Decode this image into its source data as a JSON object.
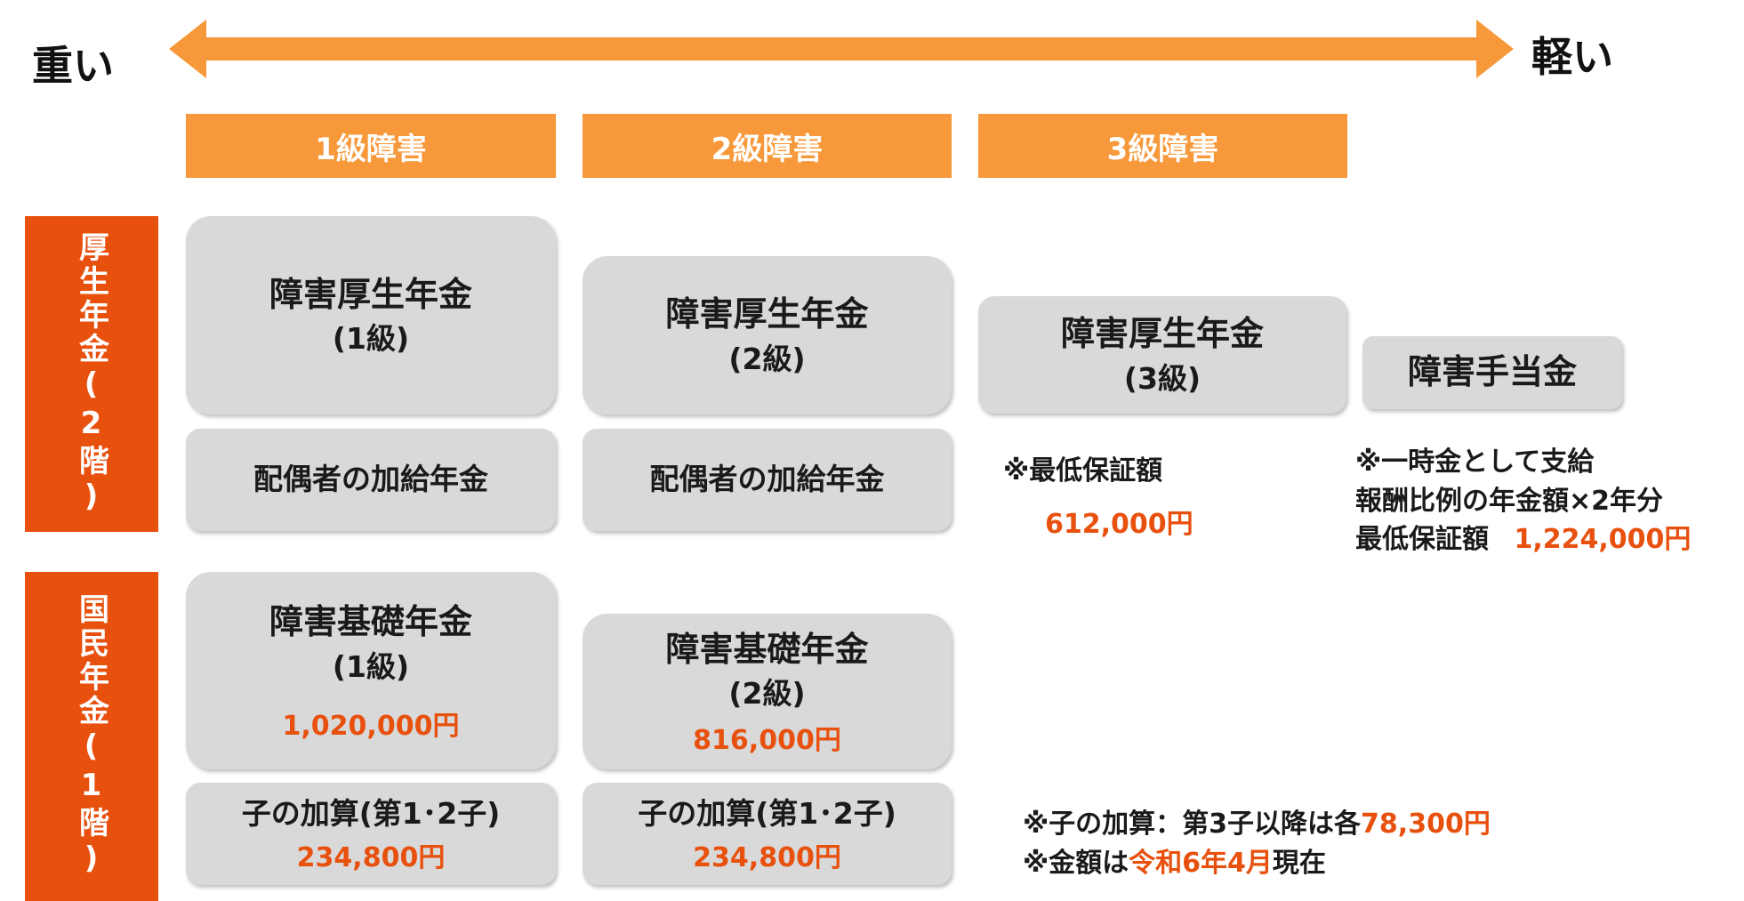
{
  "scale": {
    "heavy": "重い",
    "light": "軽い",
    "arrow_color": "#f7993a"
  },
  "grades": [
    "1級障害",
    "2級障害",
    "3級障害"
  ],
  "categories": {
    "kosei": "厚生年金(2階)",
    "kokumin": "国民年金(1階)"
  },
  "kosei": {
    "grade1": {
      "name": "障害厚生年金",
      "sub": "(1級)",
      "spouse": "配偶者の加給年金"
    },
    "grade2": {
      "name": "障害厚生年金",
      "sub": "(2級)",
      "spouse": "配偶者の加給年金"
    },
    "grade3": {
      "name": "障害厚生年金",
      "sub": "(3級)",
      "min_label": "※最低保証額",
      "min_amount": "612,000円"
    },
    "allowance": {
      "name": "障害手当金",
      "note1": "※一時金として支給",
      "note2": "報酬比例の年金額×2年分",
      "note3_label": "最低保証額",
      "note3_amount": "1,224,000円"
    }
  },
  "kokumin": {
    "grade1": {
      "name": "障害基礎年金",
      "sub": "(1級)",
      "amount": "1,020,000円",
      "child_label": "子の加算(第1･2子)",
      "child_amount": "234,800円"
    },
    "grade2": {
      "name": "障害基礎年金",
      "sub": "(2級)",
      "amount": "816,000円",
      "child_label": "子の加算(第1･2子)",
      "child_amount": "234,800円"
    }
  },
  "footnotes": {
    "child_prefix": "※子の加算：第3子以降は各",
    "child_amount": "78,300円",
    "date_prefix": "※金額は",
    "date_value": "令和6年4月",
    "date_suffix": "現在"
  },
  "colors": {
    "grade_header": "#f7993a",
    "category": "#e8500e",
    "box": "#d9d9d9",
    "amount": "#e8500e"
  }
}
